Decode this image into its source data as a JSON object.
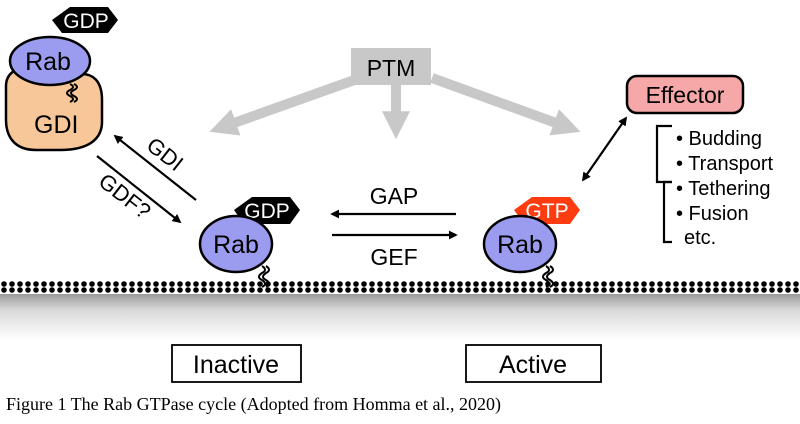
{
  "ptm_label": "PTM",
  "gdi_complex": {
    "nucleotide": "GDP",
    "rab_label": "Rab",
    "gdi_label": "GDI"
  },
  "arrows": {
    "gdi_label": "GDI",
    "gdf_label": "GDF?",
    "gap_label": "GAP",
    "gef_label": "GEF"
  },
  "inactive_rab": {
    "nucleotide": "GDP",
    "rab_label": "Rab"
  },
  "active_rab": {
    "nucleotide": "GTP",
    "rab_label": "Rab"
  },
  "effector": {
    "label": "Effector",
    "functions": [
      "• Budding",
      "• Transport",
      "• Tethering",
      "• Fusion",
      "etc."
    ]
  },
  "state_labels": {
    "inactive": "Inactive",
    "active": "Active"
  },
  "caption": "Figure 1 The Rab GTPase cycle (Adopted from Homma et al., 2020)",
  "colors": {
    "rab_fill": "#9b9bf0",
    "gdi_fill": "#f7c79a",
    "effector_fill": "#f6a8a8",
    "gtp_fill": "#ff3b10",
    "gdp_fill": "#000000",
    "ptm_gray": "#c8c8c8"
  }
}
